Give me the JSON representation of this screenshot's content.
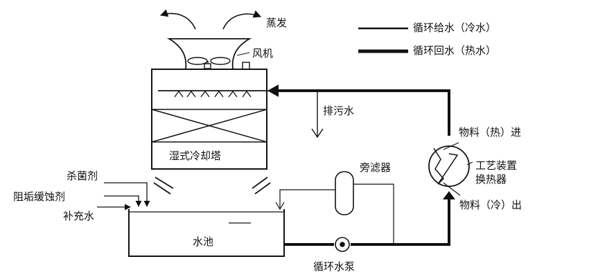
{
  "labels": {
    "evaporation": "蒸发",
    "fan": "风机",
    "tower": "湿式冷却塔",
    "blowdown": "排污水",
    "side_filter": "旁滤器",
    "bactericide": "杀菌剂",
    "scale_inhibitor": "阻垢缓蚀剂",
    "makeup_water": "补充水",
    "basin": "水池",
    "pump": "循环水泵",
    "material_in": "物料（热）进",
    "material_out": "物料（冷）出",
    "heat_exchanger_line1": "工艺装置",
    "heat_exchanger_line2": "换热器"
  },
  "legend": [
    {
      "label": "循环给水（冷水）",
      "line": "thin"
    },
    {
      "label": "循环回水（热水）",
      "line": "thick"
    }
  ],
  "colors": {
    "line": "#111111",
    "background": "#ffffff"
  }
}
